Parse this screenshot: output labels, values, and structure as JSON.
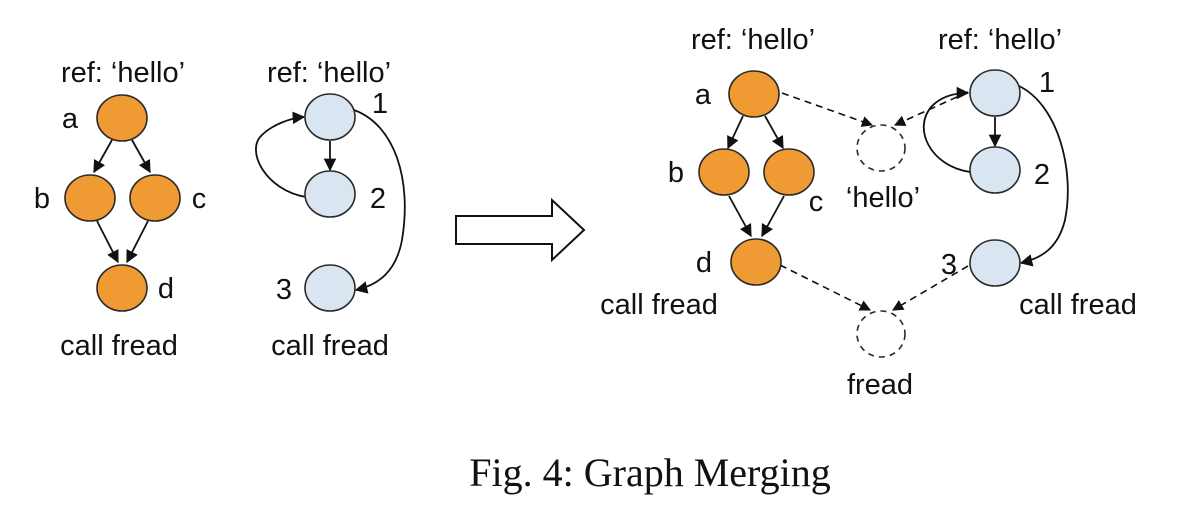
{
  "left_graph_1": {
    "ref": "ref: ‘hello’",
    "nodes": {
      "a": "a",
      "b": "b",
      "c": "c",
      "d": "d"
    },
    "call": "call fread"
  },
  "left_graph_2": {
    "ref": "ref: ‘hello’",
    "nodes": {
      "n1": "1",
      "n2": "2",
      "n3": "3"
    },
    "call": "call fread"
  },
  "merged": {
    "ref_left": "ref: ‘hello’",
    "ref_right": "ref: ‘hello’",
    "nodes": {
      "a": "a",
      "b": "b",
      "c": "c",
      "d": "d",
      "n1": "1",
      "n2": "2",
      "n3": "3"
    },
    "call_left": "call fread",
    "call_right": "call fread",
    "shared_hello": "‘hello’",
    "shared_fread": "fread"
  },
  "caption": "Fig. 4: Graph Merging",
  "colors": {
    "orange_node": "#ef9a33",
    "blue_node": "#d9e6f2"
  }
}
